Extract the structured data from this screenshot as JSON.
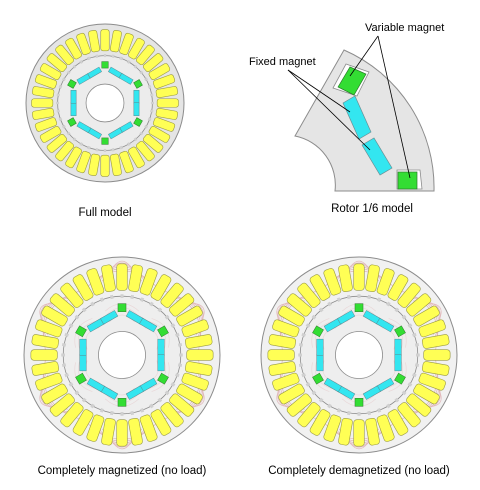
{
  "figure": {
    "captions": {
      "full_model": "Full model",
      "rotor_model": "Rotor 1/6 model",
      "magnetized": "Completely magnetized (no load)",
      "demagnetized": "Completely demagnetized (no load)"
    },
    "callouts": {
      "variable_magnet": "Variable magnet",
      "fixed_magnet": "Fixed magnet"
    },
    "colors": {
      "steel": "#e5e5e5",
      "outline": "#8c8c8c",
      "coil": "#ffff55",
      "fixed_magnet": "#33e6f0",
      "variable_magnet": "#33dd33",
      "flux_line": "#d9737a"
    }
  }
}
